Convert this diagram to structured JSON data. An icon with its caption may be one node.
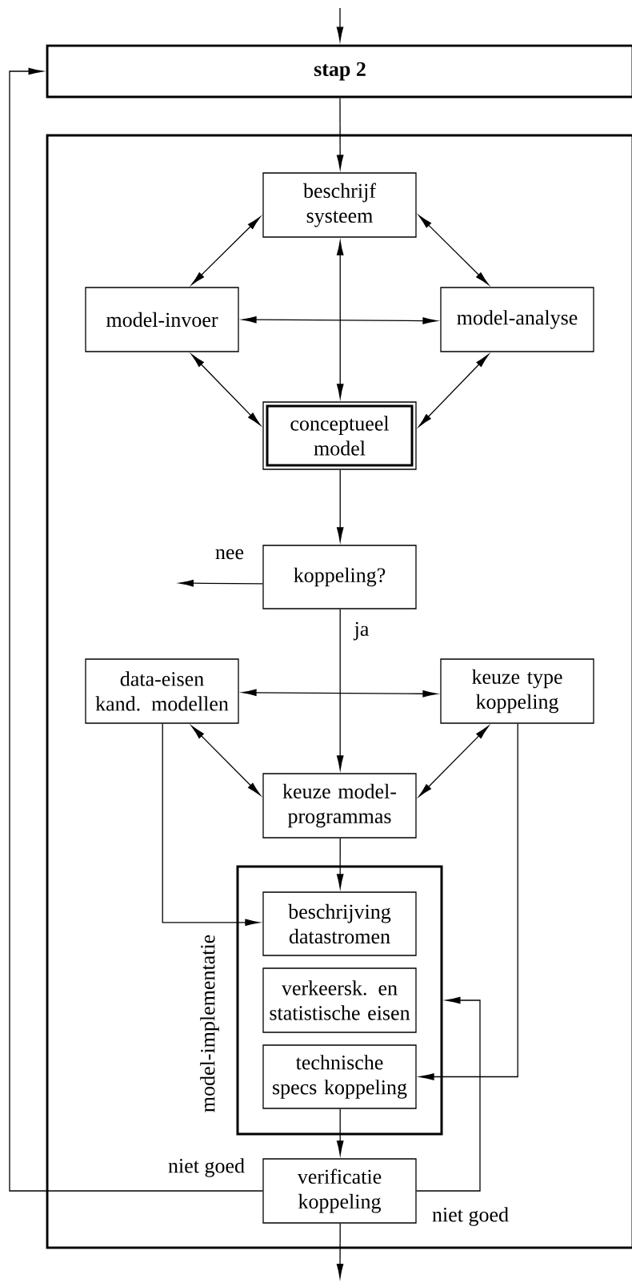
{
  "diagram": {
    "nodes": [
      {
        "text": [
          "stap 2"
        ]
      },
      {
        "text": [],
        "shape": "box"
      },
      {
        "text": [
          "beschrijf systeem"
        ],
        "in": 1
      },
      {
        "text": [
          "model-invoer"
        ],
        "in": 1
      },
      {
        "text": [
          "model-analyse"
        ],
        "in": 1
      },
      {
        "text": [
          "conceptueel model"
        ],
        "in": 1
      },
      {
        "text": [
          "koppeling?"
        ],
        "in": 1
      },
      {
        "text": [
          "data-eisen kand. modellen"
        ],
        "in": 1
      },
      {
        "text": [
          "keuze type koppeling"
        ],
        "in": 1
      },
      {
        "text": [
          "keuze model-programmas"
        ],
        "in": 1
      },
      {
        "text": [
          "model-implementatie"
        ],
        "in": 1
      },
      {
        "text": [
          "beschrijving datastromen"
        ],
        "in": 10
      },
      {
        "text": [
          "verkeersk. en statistische eisen"
        ],
        "in": 10
      },
      {
        "text": [
          "technische specs koppeling"
        ],
        "in": 10
      },
      {
        "text": [
          "verificatie koppeling"
        ],
        "in": 1
      }
    ],
    "edges": [
      {
        "from": null,
        "to": 0,
        "arrow": "to"
      },
      {
        "from": 0,
        "to": 2,
        "arrow": "to"
      },
      {
        "from": 2,
        "to": 3,
        "arrow": "both"
      },
      {
        "from": 2,
        "to": 4,
        "arrow": "both"
      },
      {
        "from": 3,
        "to": 4,
        "arrow": "both"
      },
      {
        "from": 2,
        "to": 5,
        "arrow": "both"
      },
      {
        "from": 3,
        "to": 5,
        "arrow": "both"
      },
      {
        "from": 4,
        "to": 5,
        "arrow": "both"
      },
      {
        "from": 5,
        "to": 6,
        "arrow": "to"
      },
      {
        "from": 6,
        "to": null,
        "arrow": "to",
        "label": "nee"
      },
      {
        "from": 6,
        "to": 9,
        "arrow": "to",
        "label": "ja"
      },
      {
        "from": 7,
        "to": 8,
        "arrow": "both"
      },
      {
        "from": 7,
        "to": 9,
        "arrow": "both"
      },
      {
        "from": 8,
        "to": 9,
        "arrow": "both"
      },
      {
        "from": 9,
        "to": 11,
        "arrow": "to"
      },
      {
        "from": 7,
        "to": 11,
        "arrow": "to"
      },
      {
        "from": 8,
        "to": 13,
        "arrow": "to"
      },
      {
        "from": 13,
        "to": 14,
        "arrow": "to"
      },
      {
        "from": 14,
        "to": 10,
        "arrow": "to",
        "label": "niet goed"
      },
      {
        "from": 14,
        "to": 0,
        "arrow": "to",
        "label": "niet goed"
      },
      {
        "from": 14,
        "to": null,
        "arrow": "to"
      }
    ]
  }
}
